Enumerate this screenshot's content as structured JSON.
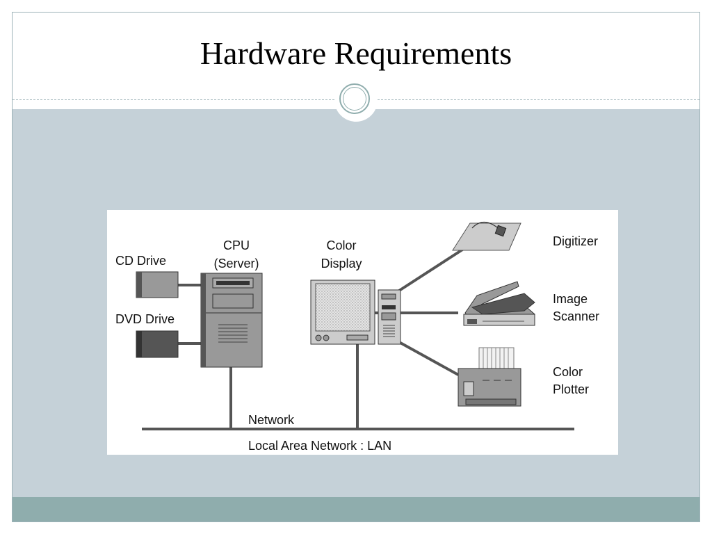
{
  "slide": {
    "title": "Hardware Requirements"
  },
  "diagram": {
    "labels": {
      "cd_drive": "CD Drive",
      "dvd_drive": "DVD Drive",
      "cpu_line1": "CPU",
      "cpu_line2": "(Server)",
      "display_line1": "Color",
      "display_line2": "Display",
      "digitizer": "Digitizer",
      "scanner_line1": "Image",
      "scanner_line2": "Scanner",
      "plotter_line1": "Color",
      "plotter_line2": "Plotter",
      "network": "Network",
      "lan": "Local Area Network : LAN"
    },
    "colors": {
      "device_dark": "#555555",
      "device_mid": "#999999",
      "device_light": "#cccccc",
      "line": "#555555"
    }
  }
}
